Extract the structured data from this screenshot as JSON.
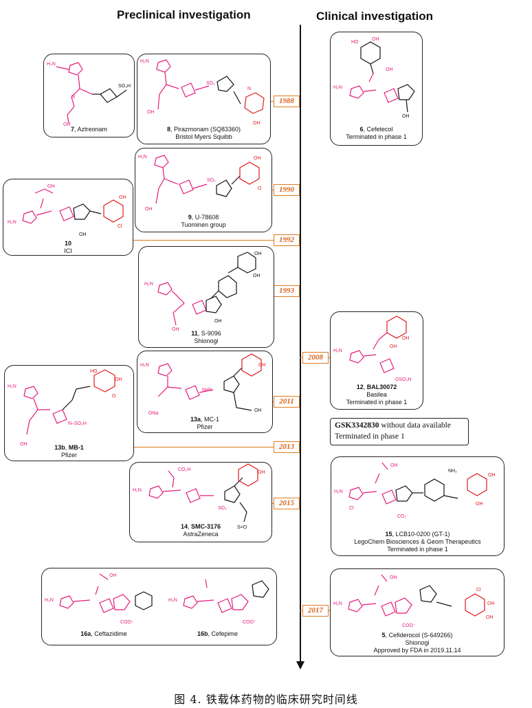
{
  "headers": {
    "preclinical": "Preclinical investigation",
    "clinical": "Clinical investigation"
  },
  "colors": {
    "core": "#e5197a",
    "iron_chelator": "#e01a1a",
    "year_accent": "#e07a1f",
    "text": "#111111"
  },
  "years": [
    "1988",
    "1990",
    "1992",
    "1993",
    "2008",
    "2011",
    "2013",
    "2015",
    "2017"
  ],
  "preclinical": [
    {
      "id": "7",
      "name": "Aztreonam"
    },
    {
      "id": "8",
      "name": "Pirazmonam (SQ83360)",
      "org": "Bristol Myers Squibb"
    },
    {
      "id": "9",
      "name": "U-78608",
      "org": "Tuominen group"
    },
    {
      "id": "10",
      "org": "ICI"
    },
    {
      "id": "11",
      "name": "S-9096",
      "org": "Shionogi"
    },
    {
      "id": "13a",
      "name": "MC-1",
      "org": "Pfizer"
    },
    {
      "id": "13b",
      "name": "MB-1",
      "org": "Pfizer"
    },
    {
      "id": "14",
      "name": "SMC-3176",
      "org": "AstraZeneca"
    },
    {
      "id": "16a",
      "name": "Ceftazidime"
    },
    {
      "id": "16b",
      "name": "Cefepime"
    }
  ],
  "clinical": [
    {
      "id": "6",
      "name": "Cefetecol",
      "status": "Terminated in phase 1"
    },
    {
      "id": "12",
      "name": "BAL30072",
      "org": "Basilea",
      "status": "Terminated in phase 1"
    },
    {
      "id": "15",
      "name": "LCB10-0200 (GT-1)",
      "org": "LegoChem Biosciences & Geom Therapeutics",
      "status": "Terminated in phase 1"
    },
    {
      "id": "5",
      "name": "Cefiderocol (S-649266)",
      "org": "Shionogi",
      "status": "Approved by FDA in 2019.11.14"
    }
  ],
  "gsk": {
    "name": "GSK3342830",
    "note": "without data available",
    "status": "Terminated in phase 1"
  },
  "caption": "图 4. 铁载体药物的临床研究时间线"
}
